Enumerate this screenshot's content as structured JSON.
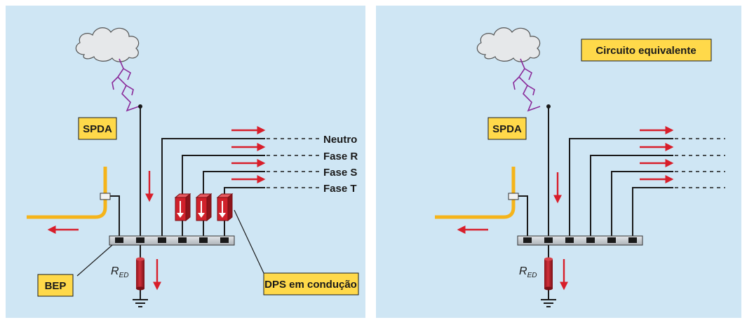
{
  "colors": {
    "background": "#cfe6f4",
    "accent_red": "#d81e2a",
    "label_yellow": "#ffd94a",
    "ground_conductor": "#f5b41a",
    "resistor": "#b01c24",
    "busbar": "#c9cdd2"
  },
  "left": {
    "spda_label": "SPDA",
    "bep_label": "BEP",
    "dps_label": "DPS em condução",
    "red_symbol": "R",
    "red_subscript": "ED",
    "lines": [
      {
        "label": "Neutro"
      },
      {
        "label": "Fase R"
      },
      {
        "label": "Fase S"
      },
      {
        "label": "Fase T"
      }
    ]
  },
  "right": {
    "title": "Circuito equivalente",
    "spda_label": "SPDA",
    "red_symbol": "R",
    "red_subscript": "ED"
  },
  "icons": [
    "cloud-icon",
    "lightning-icon",
    "ground-icon",
    "surge-arrester-icon",
    "resistor-icon",
    "arrow-icon"
  ]
}
